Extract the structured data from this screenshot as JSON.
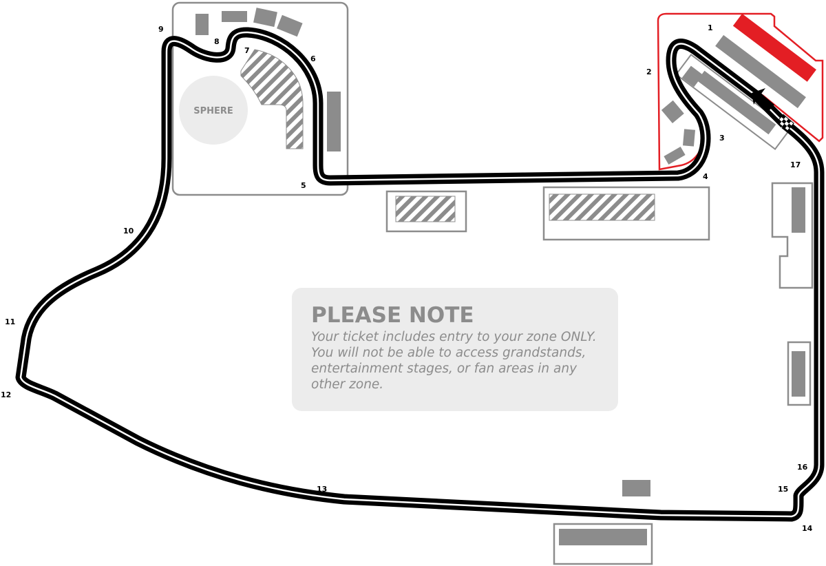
{
  "map": {
    "landmark": "SPHERE",
    "turns": [
      "1",
      "2",
      "3",
      "4",
      "5",
      "6",
      "7",
      "8",
      "9",
      "10",
      "11",
      "12",
      "13",
      "14",
      "15",
      "16",
      "17"
    ],
    "highlighted_zone_color": "#e31e24",
    "track_color": "#000000",
    "grandstand_color": "#8c8c8c"
  },
  "note": {
    "title": "PLEASE NOTE",
    "body": "Your ticket includes entry to your zone ONLY. You will not be able to access grandstands, entertainment stages, or fan areas in any other zone."
  }
}
